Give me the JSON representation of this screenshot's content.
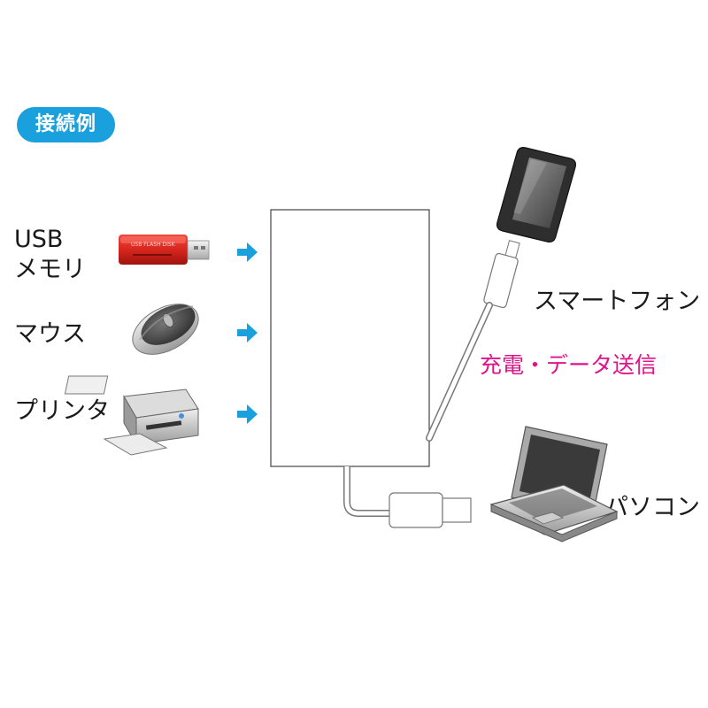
{
  "badge": "接続例",
  "inputs": {
    "usb_line1": "USB",
    "usb_line2": "メモリ",
    "mouse": "マウス",
    "printer": "プリンタ"
  },
  "usb_stick_text": "USB FLASH DISK",
  "outputs": {
    "smartphone": "スマートフォン",
    "pc": "パソコン"
  },
  "cable_label": "充電・データ送信",
  "colors": {
    "badge": "#1aa0dc",
    "arrow": "#1aa0dc",
    "cable_label": "#e0148a",
    "usb_stick": "#d8261e"
  }
}
